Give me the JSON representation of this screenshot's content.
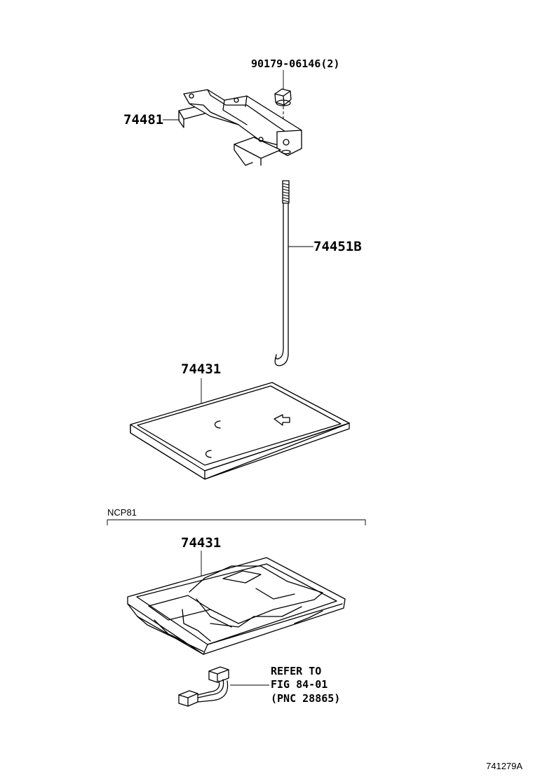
{
  "labels": {
    "nut": "90179-06146(2)",
    "clamp": "74481",
    "bolt": "74451B",
    "tray_upper": "74431",
    "section_label": "NCP81",
    "tray_lower": "74431",
    "refer_line1": "REFER TO",
    "refer_line2": "FIG 84-01",
    "refer_line3": "(PNC 28865)",
    "figure_id": "741279A"
  }
}
